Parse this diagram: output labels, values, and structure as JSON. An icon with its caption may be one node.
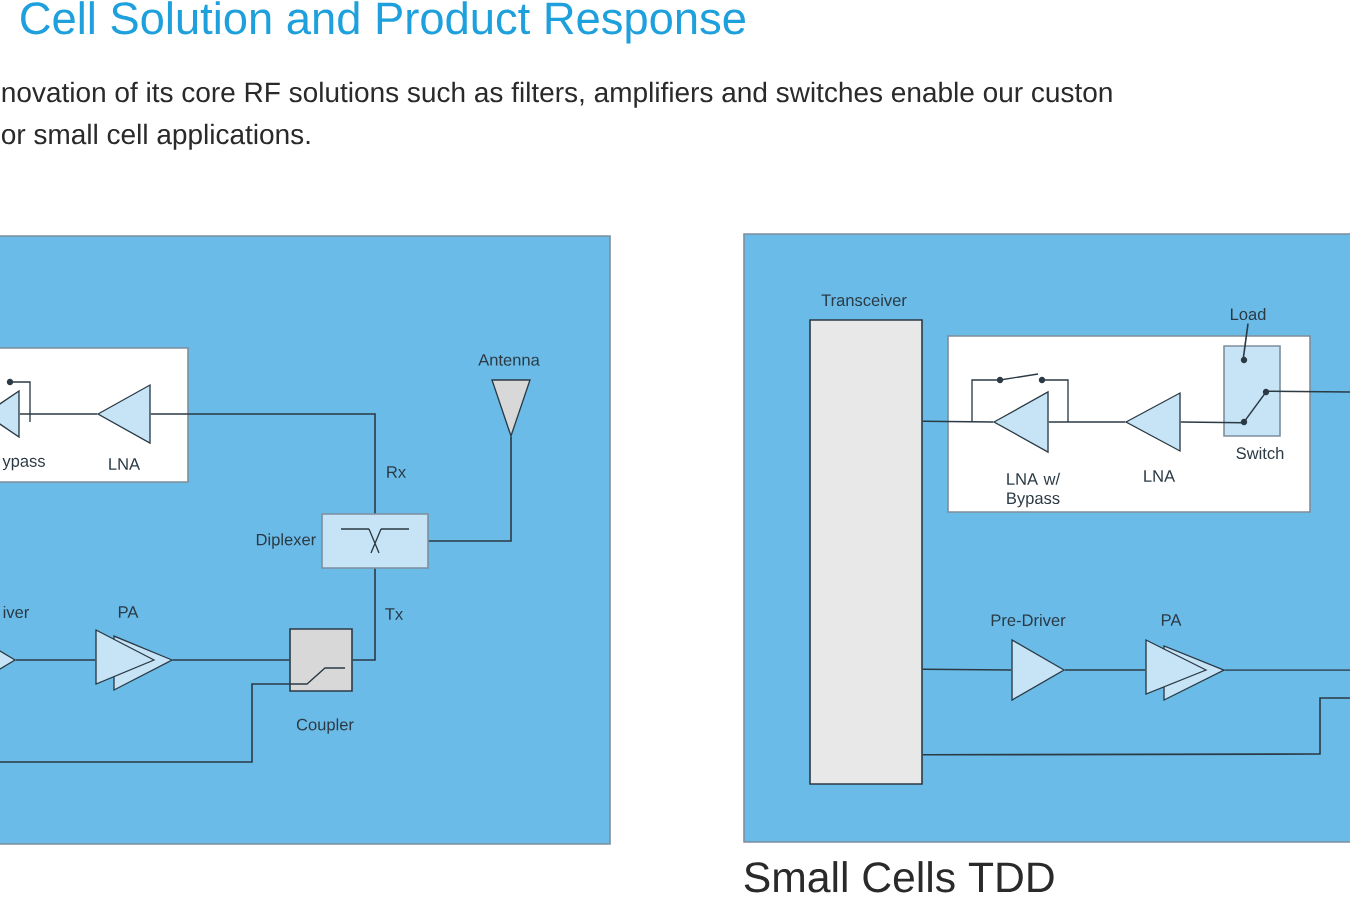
{
  "diagram": {
    "title": "Cell Solution and Product Response",
    "nodes": [
      {
        "text": [],
        "shape": "box"
      },
      {
        "text": [],
        "shape": "box",
        "in": 0
      },
      {
        "text": [
          "ypass"
        ],
        "in": 1
      },
      {
        "text": [
          "LNA"
        ],
        "in": 1
      },
      {
        "text": [
          "Diplexer"
        ],
        "in": 0
      },
      {
        "text": [
          "Antenna"
        ],
        "in": 0
      },
      {
        "text": [
          "iver"
        ],
        "in": 0
      },
      {
        "text": [
          "PA"
        ],
        "in": 0
      },
      {
        "text": [
          "Coupler"
        ],
        "in": 0
      },
      {
        "text": [],
        "shape": "box"
      },
      {
        "text": [
          "Transceiver"
        ],
        "in": 9
      },
      {
        "text": [],
        "shape": "box",
        "in": 9
      },
      {
        "text": [
          "LNA w/ Bypass"
        ],
        "in": 11
      },
      {
        "text": [
          "LNA"
        ],
        "in": 11
      },
      {
        "text": [
          "Load"
        ],
        "in": 9
      },
      {
        "text": [
          "Switch"
        ],
        "in": 11
      },
      {
        "text": [
          "Pre-Driver"
        ],
        "in": 9
      },
      {
        "text": [
          "PA"
        ],
        "in": 9
      }
    ],
    "edges": [
      {
        "from": 3,
        "to": 2,
        "arrow": "none"
      },
      {
        "from": 4,
        "to": 3,
        "arrow": "none",
        "label": "Rx"
      },
      {
        "from": 5,
        "to": 4,
        "arrow": "none"
      },
      {
        "from": 6,
        "to": 7,
        "arrow": "none"
      },
      {
        "from": 7,
        "to": 8,
        "arrow": "none"
      },
      {
        "from": 8,
        "to": 4,
        "arrow": "none",
        "label": "Tx"
      },
      {
        "from": 8,
        "to": null,
        "arrow": "none"
      },
      {
        "from": 12,
        "to": 10,
        "arrow": "none"
      },
      {
        "from": 13,
        "to": 12,
        "arrow": "none"
      },
      {
        "from": 15,
        "to": 13,
        "arrow": "none"
      },
      {
        "from": 15,
        "to": null,
        "arrow": "none"
      },
      {
        "from": 10,
        "to": 16,
        "arrow": "none"
      },
      {
        "from": 16,
        "to": 17,
        "arrow": "none"
      },
      {
        "from": 17,
        "to": null,
        "arrow": "none"
      },
      {
        "from": null,
        "to": 10,
        "arrow": "none"
      },
      {
        "from": 14,
        "to": 15,
        "arrow": "none"
      }
    ],
    "labels": [
      "novation of its core RF solutions such as filters, amplifiers and switches enable our custon",
      "or small cell applications.",
      "Small Cells TDD"
    ]
  }
}
